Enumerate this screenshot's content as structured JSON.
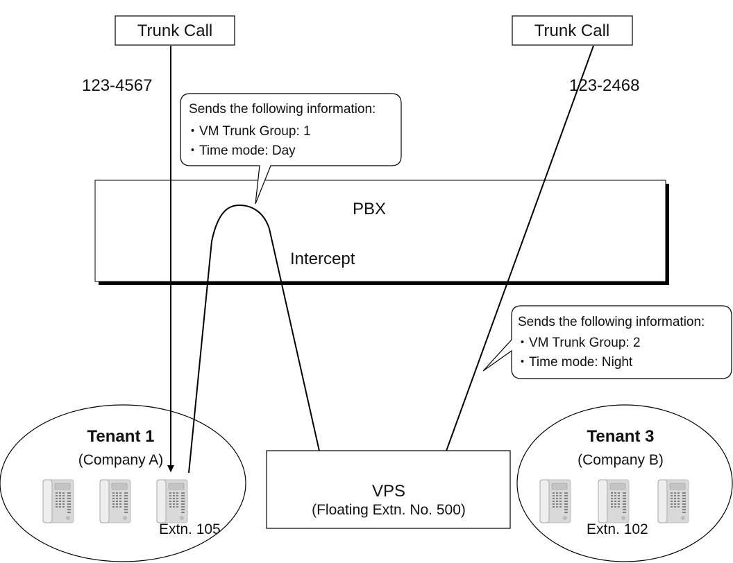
{
  "trunk_left": {
    "label": "Trunk Call",
    "number": "123-4567"
  },
  "trunk_right": {
    "label": "Trunk Call",
    "number": "123-2468"
  },
  "callout_top": {
    "heading": "Sends the following information:",
    "line1": "・VM Trunk Group:  1",
    "line2": "・Time mode: Day"
  },
  "callout_right": {
    "heading": "Sends the following information:",
    "line1": "・VM Trunk Group:  2",
    "line2": "・Time mode: Night"
  },
  "pbx": {
    "label": "PBX",
    "intercept_label": "Intercept"
  },
  "tenant1": {
    "title": "Tenant 1",
    "company": "(Company A)",
    "extension": "Extn. 105"
  },
  "tenant3": {
    "title": "Tenant 3",
    "company": "(Company B)",
    "extension": "Extn. 102"
  },
  "vps": {
    "label": "VPS",
    "sublabel": "(Floating Extn. No. 500)"
  },
  "icons": {
    "phone": "phone-icon"
  }
}
